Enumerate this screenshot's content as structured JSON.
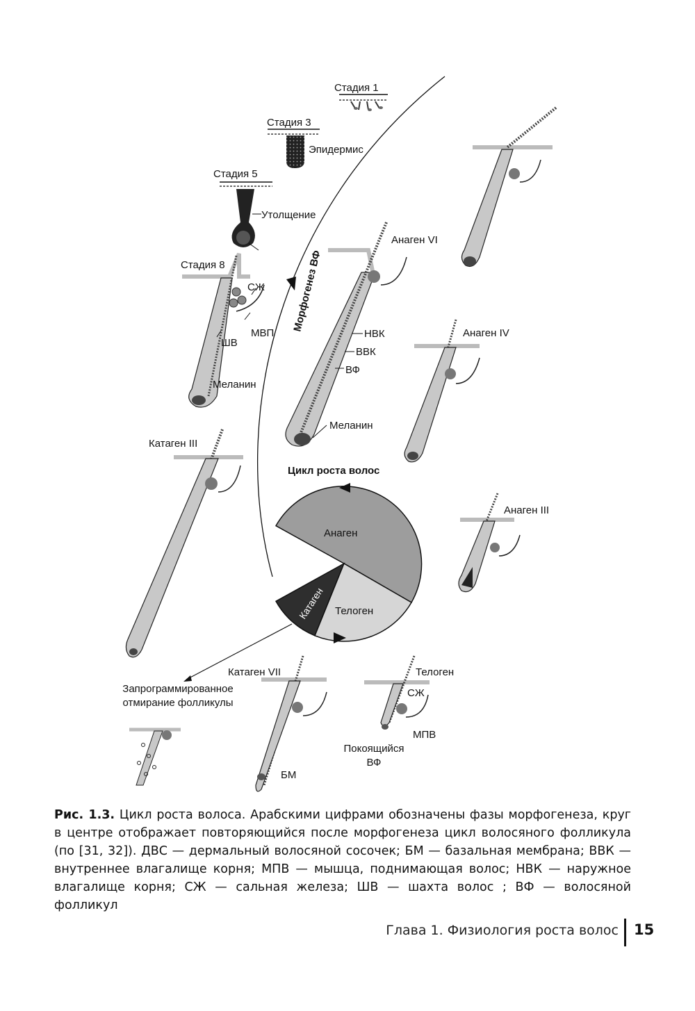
{
  "labels": {
    "stage1": "Стадия 1",
    "stage3": "Стадия 3",
    "epidermis": "Эпидермис",
    "stage5": "Стадия 5",
    "thickening": "Утолщение",
    "stage8": "Стадия 8",
    "szh_stage8": "СЖ",
    "mvp": "МВП",
    "shv": "ШВ",
    "melanin_stage8": "Меланин",
    "morphogenesis": "Морфогенез ВФ",
    "anagen6": "Анаген VI",
    "nvk": "НВК",
    "vvk": "ВВК",
    "vf": "ВФ",
    "melanin_anagen": "Меланин",
    "anagen4": "Анаген IV",
    "anagen3": "Анаген III",
    "catagen3": "Катаген III",
    "cycle_title": "Цикл роста волос",
    "sector_anagen": "Анаген",
    "sector_catagen": "Катаген",
    "sector_telogen": "Телоген",
    "programmed_death_line1": "Запрограммированное",
    "programmed_death_line2": "отмирание фолликулы",
    "catagen7": "Катаген VII",
    "bm": "БМ",
    "telogen": "Телоген",
    "szh_telogen": "СЖ",
    "mpv": "МПВ",
    "resting_line1": "Покоящийся",
    "resting_line2": "ВФ"
  },
  "caption": {
    "lead": "Рис. 1.3.",
    "text": " Цикл роста волоса. Арабскими цифрами обозначены фазы морфогенеза, круг в центре отображает повторяющийся после морфогенеза цикл волосяного фолликула (по [31, 32]). ДВС — дермальный волосяной сосочек; БМ — базальная мембрана; ВВК — внутреннее влагалище корня; МПВ — мышца, поднимающая волос; НВК — наружное влагалище корня; СЖ — сальная железа; ШВ — шахта волос ; ВФ — волосяной фолликул"
  },
  "footer": {
    "chapter": "Глава 1. Физиология роста волос",
    "page_number": "15"
  },
  "colors": {
    "anagen": "#9d9d9d",
    "catagen": "#2e2e2e",
    "telogen": "#d6d6d6",
    "follicle_fill": "#c8c8c8",
    "ink": "#111111"
  }
}
